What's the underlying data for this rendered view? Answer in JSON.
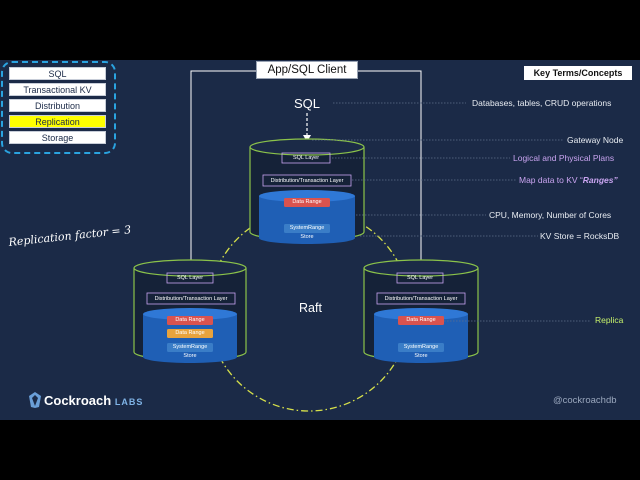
{
  "layers_stack": {
    "items": [
      {
        "label": "SQL",
        "highlighted": false
      },
      {
        "label": "Transactional KV",
        "highlighted": false
      },
      {
        "label": "Distribution",
        "highlighted": false
      },
      {
        "label": "Replication",
        "highlighted": true
      },
      {
        "label": "Storage",
        "highlighted": false
      }
    ]
  },
  "client": {
    "label": "App/SQL Client",
    "protocol": "SQL"
  },
  "key_terms": {
    "title": "Key Terms/Concepts",
    "terms": [
      "Databases, tables, CRUD operations",
      "Gateway Node",
      "Logical and Physical Plans",
      "Map data to KV “Ranges”",
      "CPU, Memory, Number of Cores",
      "KV Store = RocksDB",
      "Replica"
    ],
    "ranges_prefix": "Map data to KV “",
    "ranges_em": "Ranges”"
  },
  "replication_factor": "Replication factor = 3",
  "consensus_label": "Raft",
  "node": {
    "sql_layer": "SQL Layer",
    "dist_layer": "Distribution/Transaction Layer",
    "data_range": "Data Range",
    "system_range": "SystemRange",
    "store": "Store"
  },
  "brand": {
    "name": "Cockroach",
    "suffix": "LABS",
    "handle": "@cockroachdb"
  },
  "colors": {
    "background": "#1b2a47",
    "cylinder_outline": "#8bc34a",
    "layer_border": "#c9a4f0",
    "data_range": "#d9534f",
    "data_range_alt": "#e8a33d",
    "system_range": "#3a7dc7",
    "raft_circle": "#d6e04a",
    "stack_border": "#2aa3e0"
  }
}
